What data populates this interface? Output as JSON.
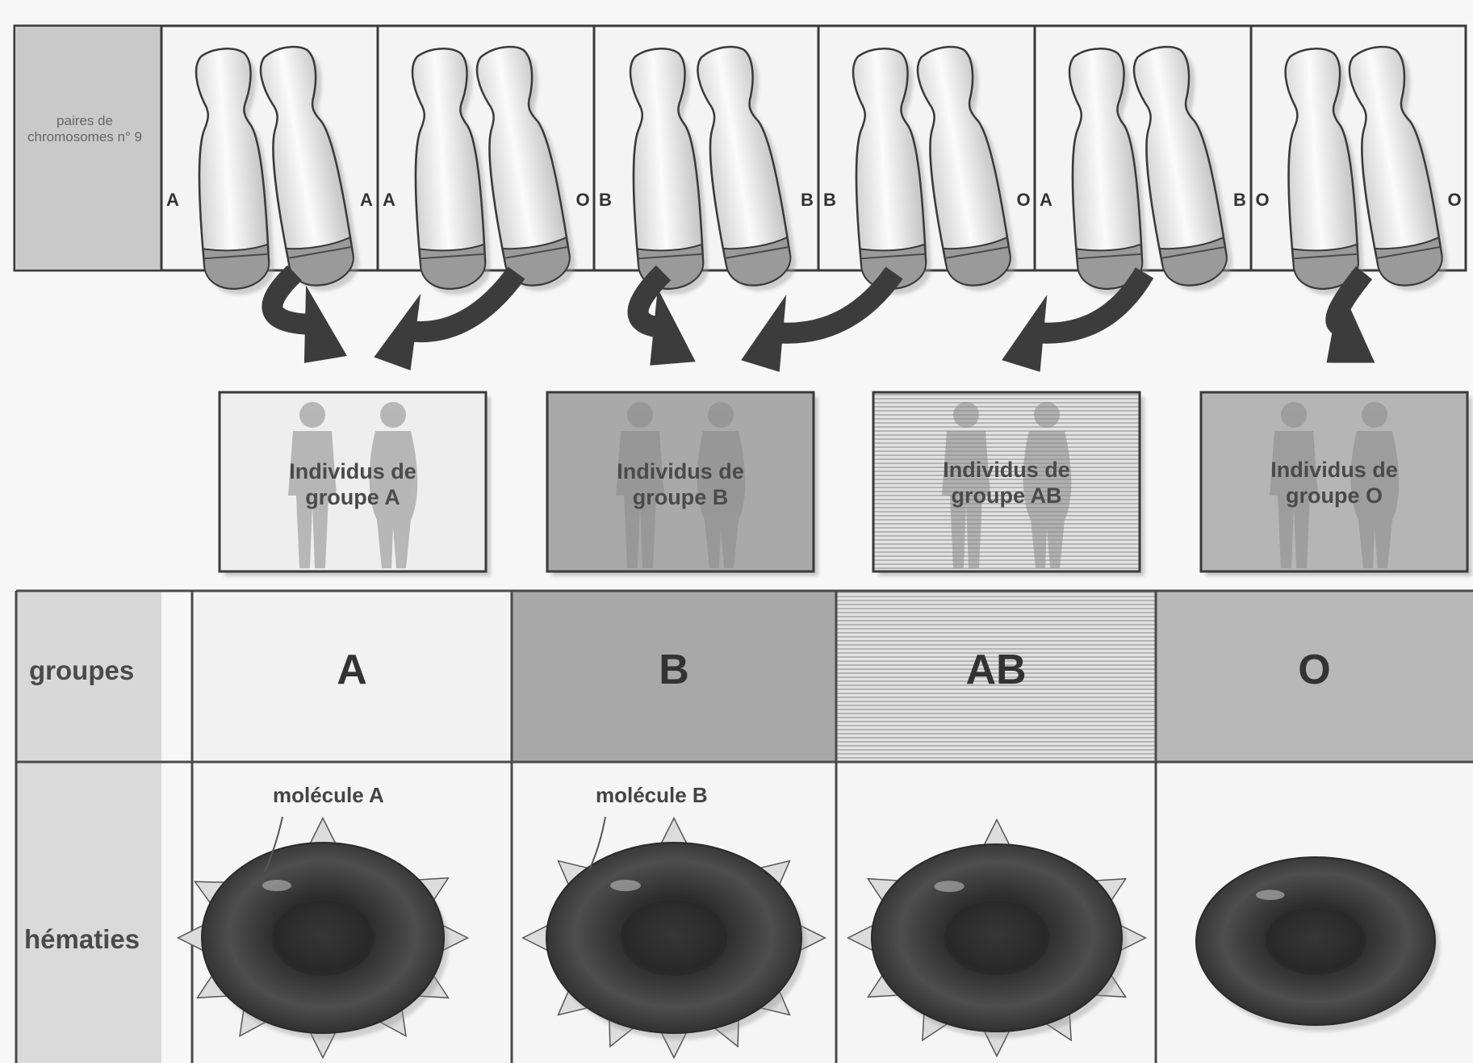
{
  "top_table": {
    "header_label": "paires de chromosomes n° 9",
    "pairs": [
      {
        "left_allele": "A",
        "right_allele": "A"
      },
      {
        "left_allele": "A",
        "right_allele": "O"
      },
      {
        "left_allele": "B",
        "right_allele": "B"
      },
      {
        "left_allele": "B",
        "right_allele": "O"
      },
      {
        "left_allele": "A",
        "right_allele": "B"
      },
      {
        "left_allele": "O",
        "right_allele": "O"
      }
    ]
  },
  "individual_boxes": [
    {
      "line1": "Individus de",
      "line2": "groupe A"
    },
    {
      "line1": "Individus de",
      "line2": "groupe B"
    },
    {
      "line1": "Individus de",
      "line2": "groupe AB"
    },
    {
      "line1": "Individus de",
      "line2": "groupe O"
    }
  ],
  "bottom_table": {
    "row_groups_label": "groupes",
    "row_cells_label": "hématies",
    "groups": [
      "A",
      "B",
      "AB",
      "O"
    ],
    "molecule_a_label": "molécule A",
    "molecule_b_label": "molécule B"
  },
  "colors": {
    "group_a_fill": "#f2f2f2",
    "group_b_fill": "#a8a8a8",
    "group_ab_fill": "#cfcfcf",
    "group_o_fill": "#b8b8b8",
    "cell_dark": "#3a3a3a",
    "spike": "#e0e0e0"
  }
}
